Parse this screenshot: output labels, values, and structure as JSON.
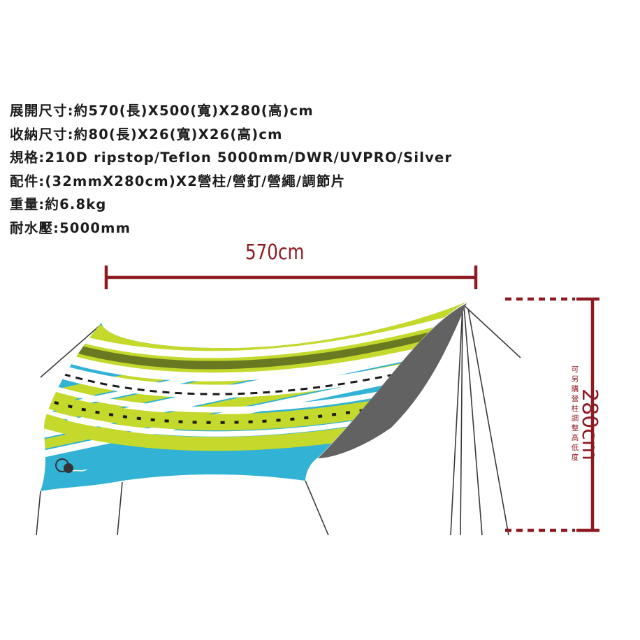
{
  "specs": [
    "展開尺寸:約570(長)X500(寬)X280(高)cm",
    "收納尺寸:約80(長)X26(寬)X26(高)cm",
    "規格:210D ripstop/Teflon 5000mm/DWR/UVPRO/Silver",
    "配件:(32mmX280cm)X2營柱/營釘/營繩/調節片",
    "重量:約6.8kg",
    "耐水壓:5000mm"
  ],
  "dimensions": {
    "width_label": "570cm",
    "height_label": "280cm",
    "note": "可另購營柱調整高低度"
  },
  "colors": {
    "dimension": "#8e1a22",
    "tarp_blue": "#32b2d4",
    "tarp_green": "#c4d92c",
    "tarp_gray": "#666666"
  }
}
